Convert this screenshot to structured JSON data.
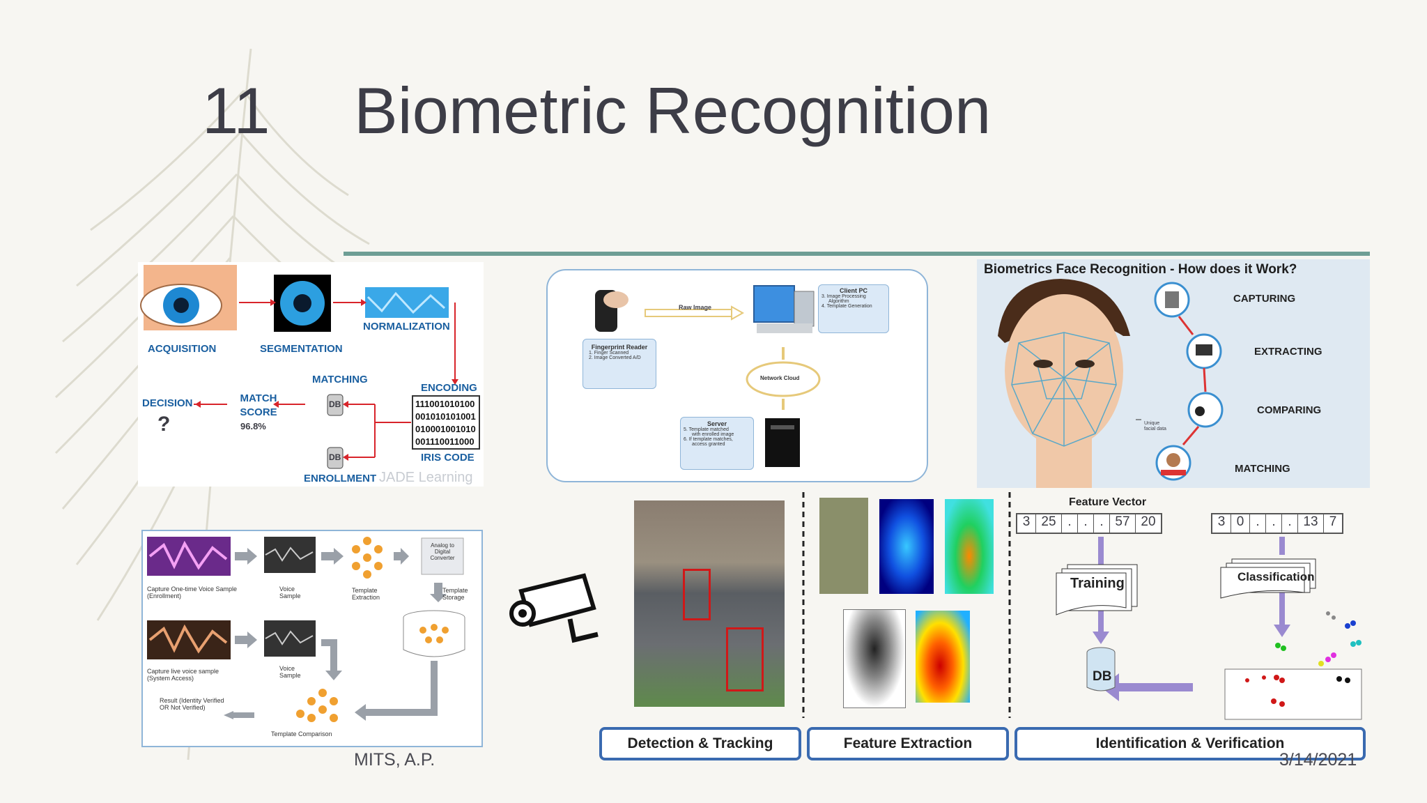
{
  "slide": {
    "number": "11",
    "title": "Biometric Recognition",
    "footer_left": "MITS, A.P.",
    "footer_right": "3/14/2021"
  },
  "iris": {
    "acquisition": "ACQUISITION",
    "segmentation": "SEGMENTATION",
    "normalization": "NORMALIZATION",
    "encoding": "ENCODING",
    "iris_code_label": "IRIS CODE",
    "iris_code": [
      "111001010100",
      "001010101001",
      "010001001010",
      "001110011000"
    ],
    "matching": "MATCHING",
    "match_score": "MATCH SCORE",
    "score_value": "96.8%",
    "decision": "DECISION",
    "decision_mark": "?",
    "enrollment": "ENROLLMENT",
    "db": "DB",
    "watermark": "JADE Learning"
  },
  "fingerprint": {
    "raw_image": "Raw Image",
    "client_pc": "Client PC",
    "client_steps": [
      "3.  Image Processing",
      "Algorithm",
      "4.  Template Generation"
    ],
    "reader_title": "Fingerprint Reader",
    "reader_steps": [
      "1.  Finger Scanned",
      "2.  Image Converted A/D"
    ],
    "network": "Network Cloud",
    "server_title": "Server",
    "server_steps": [
      "5.  Template matched",
      "with enrolled image",
      "6.  If template matches,",
      "access granted"
    ]
  },
  "face": {
    "title": "Biometrics Face Recognition - How does it Work?",
    "steps": [
      "CAPTURING",
      "EXTRACTING",
      "COMPARING",
      "MATCHING"
    ],
    "unique": "Unique facial data"
  },
  "voice": {
    "capture_enroll": "Capture One-time Voice Sample (Enrollment)",
    "voice_sample_1": "Voice Sample",
    "template_extraction": "Template Extraction",
    "adc": "Analog to Digital Converter",
    "template_storage": "Template Storage",
    "capture_live": "Capture live voice sample (System Access)",
    "voice_sample_2": "Voice Sample",
    "result": "Result (Identity Verified OR Not Verified)",
    "template_comparison": "Template Comparison"
  },
  "pipeline": {
    "feature_vector": "Feature Vector",
    "vector_1": [
      "3",
      "25",
      ".",
      ".",
      ".",
      "57",
      "20"
    ],
    "vector_2": [
      "3",
      "0",
      ".",
      ".",
      ".",
      "13",
      "7"
    ],
    "training": "Training",
    "classification": "Classification",
    "db": "DB",
    "stages": [
      "Detection & Tracking",
      "Feature Extraction",
      "Identification & Verification"
    ]
  }
}
